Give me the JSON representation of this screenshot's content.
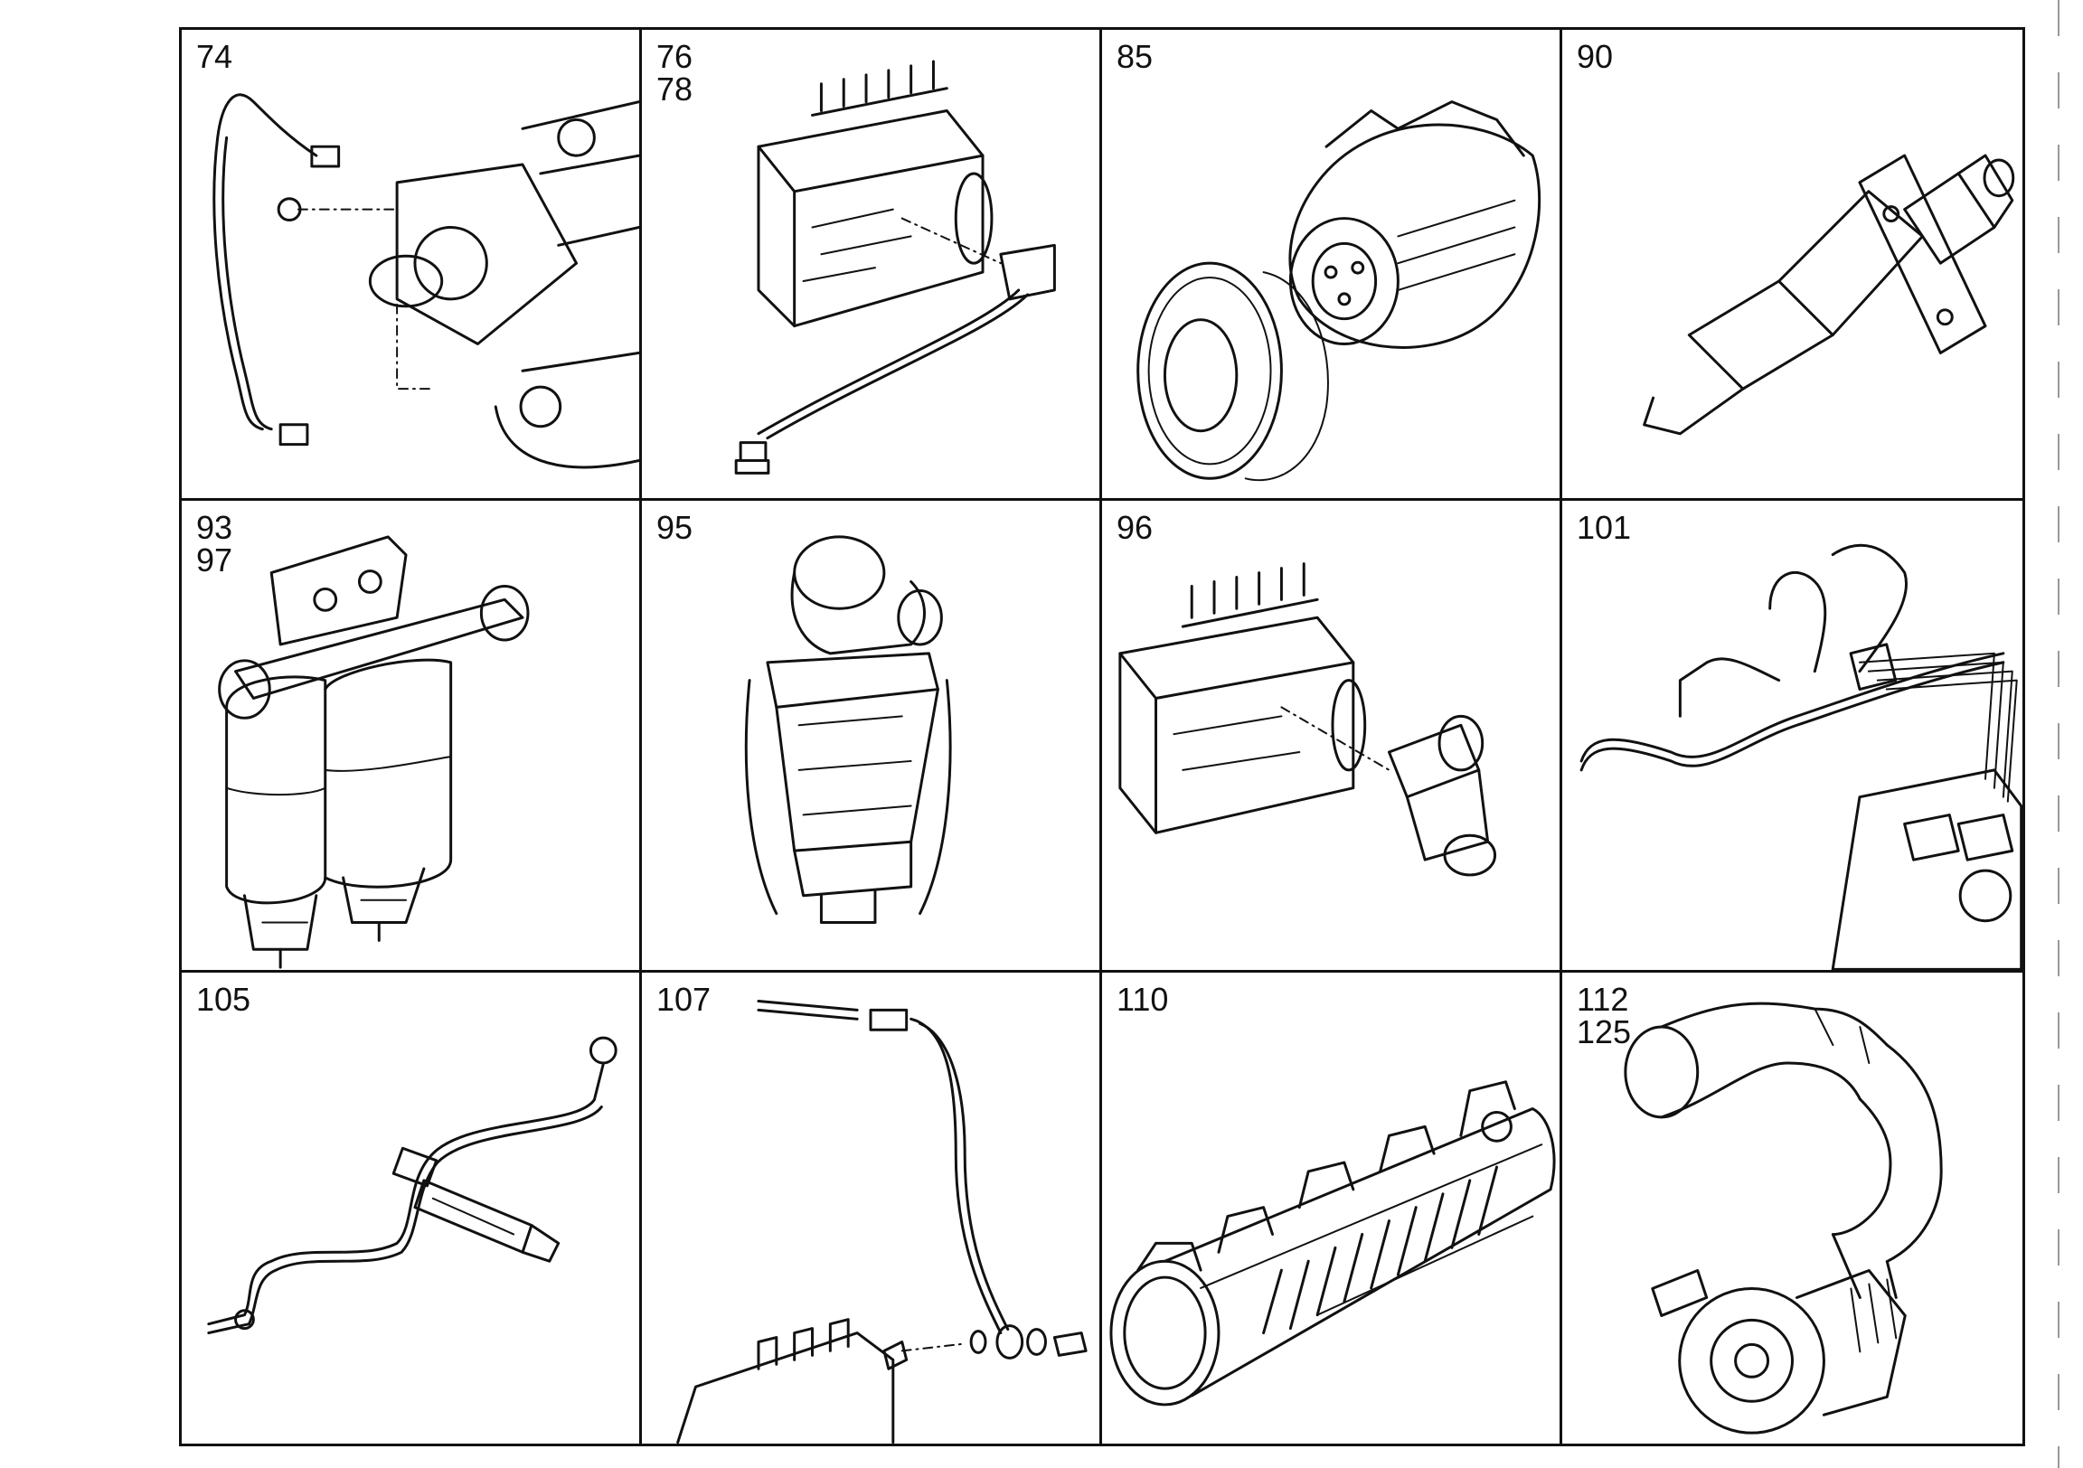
{
  "cells": [
    {
      "lines": [
        "74"
      ],
      "part": "injection-line-and-pump-housing"
    },
    {
      "lines": [
        "76",
        "78"
      ],
      "part": "injection-pump-with-line"
    },
    {
      "lines": [
        "85"
      ],
      "part": "pump-drive-gear"
    },
    {
      "lines": [
        "90"
      ],
      "part": "injector-nozzle-holder"
    },
    {
      "lines": [
        "93",
        "97"
      ],
      "part": "twin-fuel-filter"
    },
    {
      "lines": [
        "95"
      ],
      "part": "fuel-prefilter"
    },
    {
      "lines": [
        "96"
      ],
      "part": "injection-pump-with-valve"
    },
    {
      "lines": [
        "101"
      ],
      "part": "injection-lines-set"
    },
    {
      "lines": [
        "105"
      ],
      "part": "injector-with-line"
    },
    {
      "lines": [
        "107"
      ],
      "part": "leak-off-line"
    },
    {
      "lines": [
        "110"
      ],
      "part": "intake-manifold"
    },
    {
      "lines": [
        "112",
        "125"
      ],
      "part": "turbocharger-hoses"
    }
  ]
}
